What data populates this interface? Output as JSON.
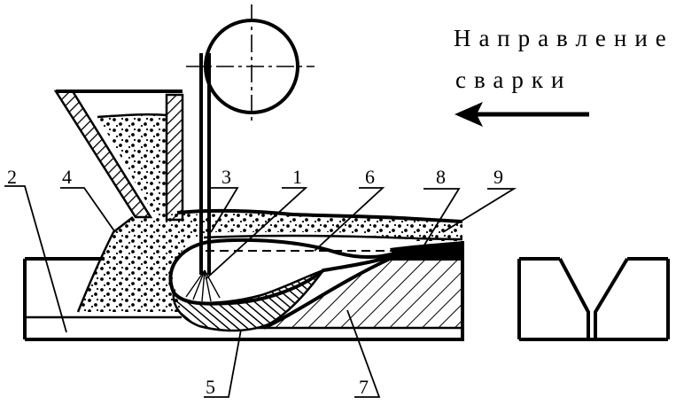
{
  "caption": {
    "line1": "Направление",
    "line2": "сварки"
  },
  "labels": [
    "1",
    "2",
    "3",
    "4",
    "5",
    "6",
    "7",
    "8",
    "9"
  ],
  "colors": {
    "ink": "#000000",
    "background": "#ffffff"
  }
}
